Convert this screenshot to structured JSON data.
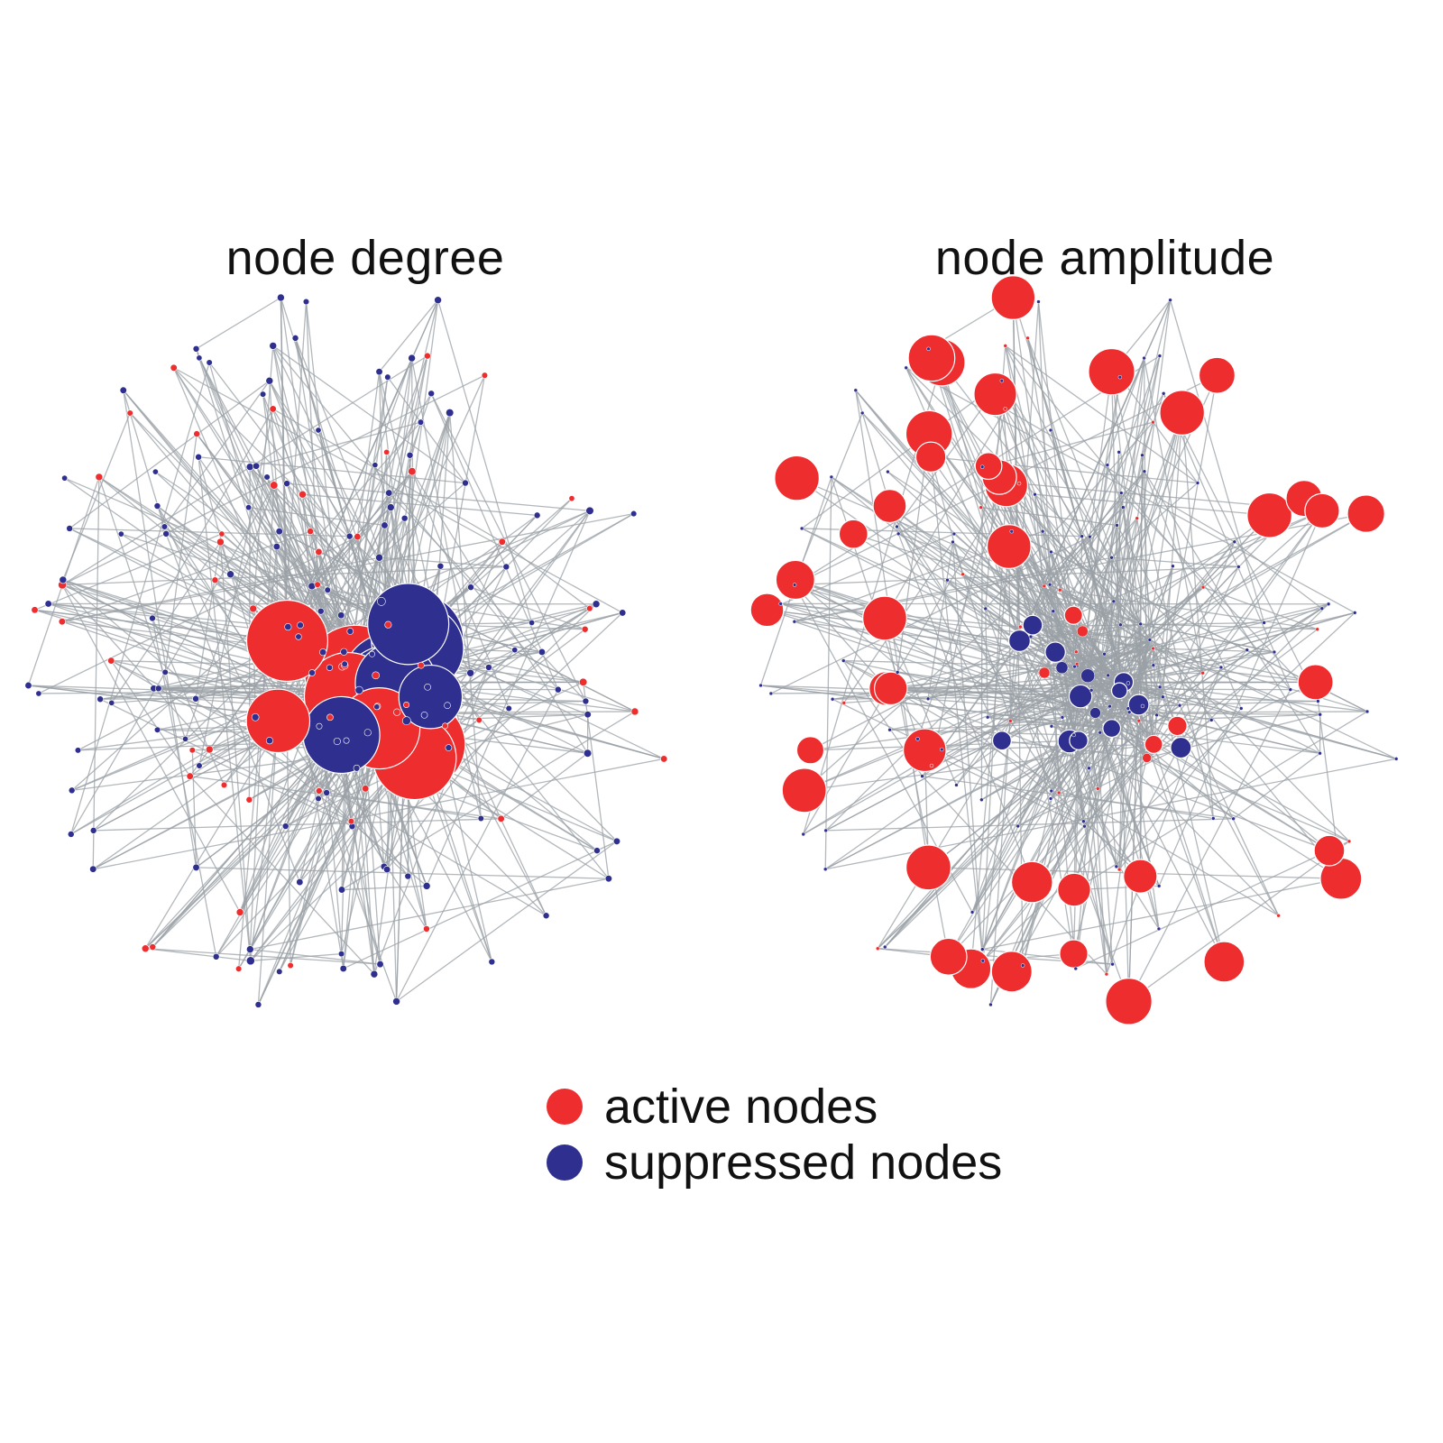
{
  "titles": {
    "left": "node degree",
    "right": "node amplitude"
  },
  "legend": {
    "active": {
      "label": "active nodes",
      "color": "#ee2d2f"
    },
    "suppressed": {
      "label": "suppressed nodes",
      "color": "#2f2f8f"
    }
  },
  "edge_color": "#9aa0a6",
  "node_stroke": "#ffffff"
}
